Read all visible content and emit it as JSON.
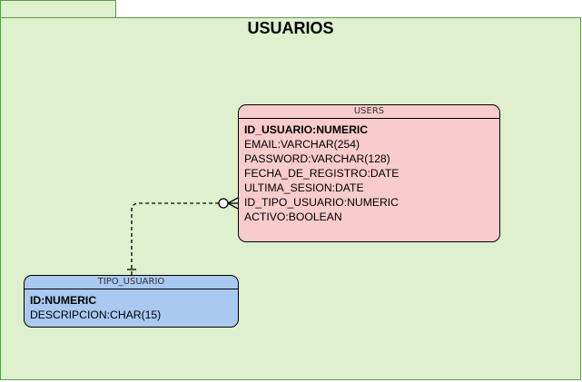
{
  "diagram": {
    "package_title": "USUARIOS",
    "entities": [
      {
        "name": "USERS",
        "attributes": [
          {
            "text": "ID_USUARIO:NUMERIC",
            "pk": true
          },
          {
            "text": "EMAIL:VARCHAR(254)"
          },
          {
            "text": "PASSWORD:VARCHAR(128)"
          },
          {
            "text": "FECHA_DE_REGISTRO:DATE"
          },
          {
            "text": "ULTIMA_SESION:DATE"
          },
          {
            "text": "ID_TIPO_USUARIO:NUMERIC"
          },
          {
            "text": "ACTIVO:BOOLEAN"
          }
        ]
      },
      {
        "name": "TIPO_USUARIO",
        "attributes": [
          {
            "text": "ID:NUMERIC",
            "pk": true
          },
          {
            "text": "DESCRIPCION:CHAR(15)"
          }
        ]
      }
    ],
    "relationship": {
      "from": "TIPO_USUARIO",
      "to": "USERS",
      "from_cardinality": "one",
      "to_cardinality": "zero-or-many",
      "style": "dashed"
    }
  }
}
